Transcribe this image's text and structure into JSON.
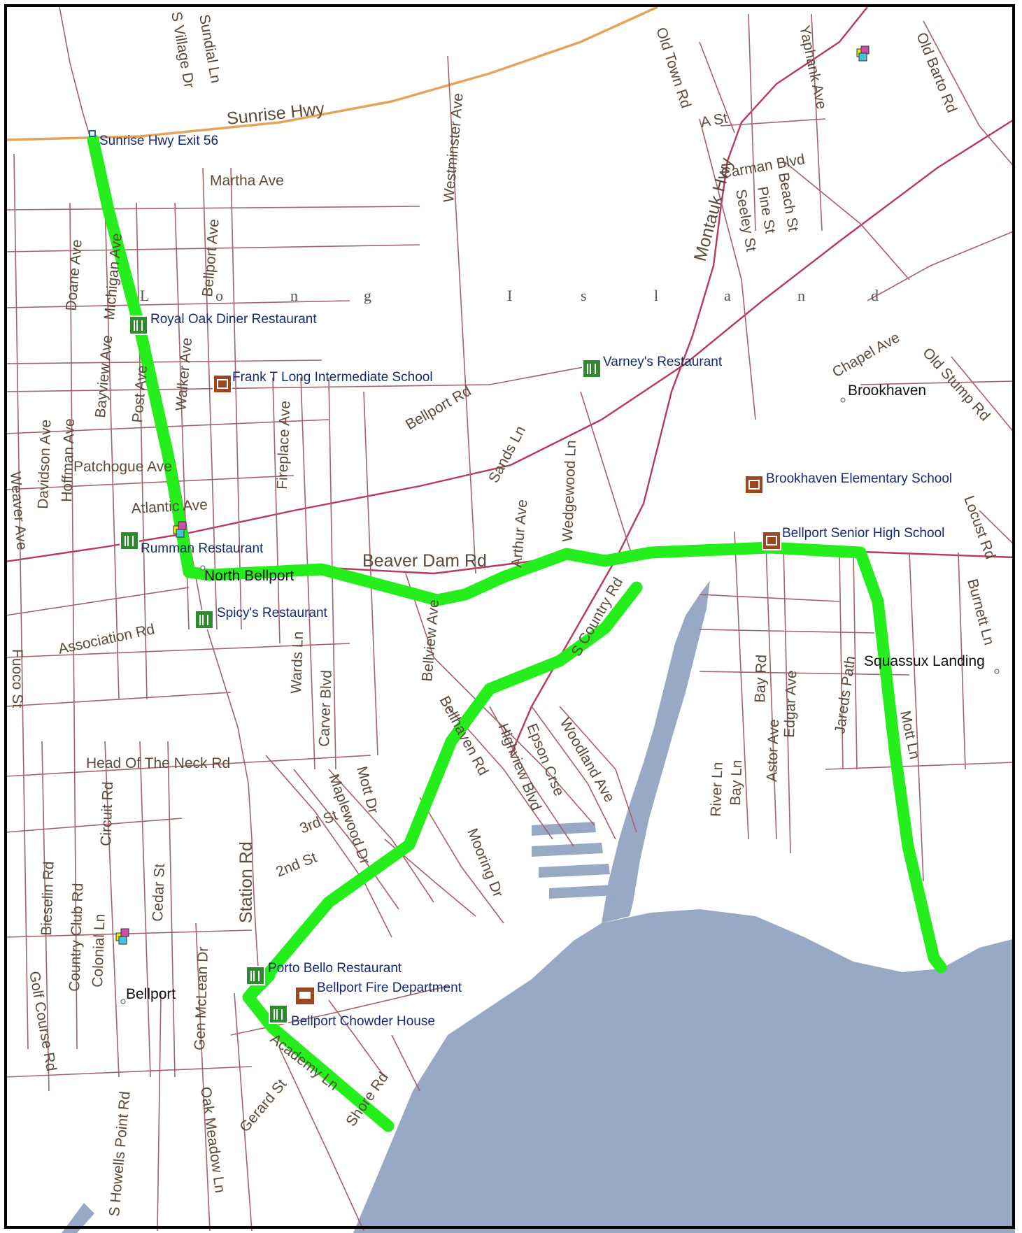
{
  "map": {
    "island_letters": [
      "L",
      "o",
      "n",
      "g",
      "I",
      "s",
      "l",
      "a",
      "n",
      "d"
    ],
    "highways": {
      "sunrise": "Sunrise Hwy",
      "montauk": "Montauk Hwy"
    },
    "places": {
      "north_bellport": "North Bellport",
      "bellport": "Bellport",
      "brookhaven": "Brookhaven",
      "squassux": "Squassux Landing"
    },
    "pois": {
      "exit56": "Sunrise Hwy Exit 56",
      "royal_oak": "Royal Oak Diner Restaurant",
      "frank_long": "Frank T Long Intermediate School",
      "varneys": "Varney's Restaurant",
      "brookhaven_elem": "Brookhaven Elementary School",
      "bellport_high": "Bellport Senior High School",
      "rumman": "Rumman Restaurant",
      "spicys": "Spicy's Restaurant",
      "porto_bello": "Porto Bello Restaurant",
      "fire_dept": "Bellport Fire Department",
      "chowder": "Bellport Chowder House"
    },
    "streets": {
      "s_village": "S Village Dr",
      "sundial": "Sundial Ln",
      "westminster": "Westminster Ave",
      "old_town": "Old Town Rd",
      "a_st": "A St",
      "yaphank": "Yaphank Ave",
      "old_barto": "Old Barto Rd",
      "martha": "Martha Ave",
      "carman": "Carman Blvd",
      "seeley": "Seeley St",
      "pine": "Pine St",
      "beach": "Beach St",
      "doane": "Doane Ave",
      "michigan": "Michigan Ave",
      "bellport_ave": "Bellport Ave",
      "chapel": "Chapel Ave",
      "old_stump": "Old Stump Rd",
      "bayview": "Bayview Ave",
      "walker": "Walker Ave",
      "post": "Post Ave",
      "bellport_rd": "Bellport Rd",
      "davidson": "Davidson Ave",
      "hoffman": "Hoffman Ave",
      "fireplace": "Fireplace Ave",
      "sands": "Sands Ln",
      "wedgewood": "Wedgewood Ln",
      "patchogue": "Patchogue Ave",
      "weaver": "Weaver Ave",
      "atlantic": "Atlantic Ave",
      "arthur": "Arthur Ave",
      "locust": "Locust Rd",
      "beaver_dam": "Beaver Dam Rd",
      "s_country": "S Country Rd",
      "burnett": "Burnett Ln",
      "association": "Association Rd",
      "wards": "Wards Ln",
      "bellview": "Bellview Ave",
      "fuoco": "Fuoco St",
      "carver": "Carver Blvd",
      "bay_rd": "Bay Rd",
      "jareds": "Jareds Path",
      "edgar": "Edgar Ave",
      "bellhaven": "Bellhaven Rd",
      "highview": "Highview Blvd",
      "epson": "Epson Crse",
      "woodland": "Woodland Ave",
      "mott_ln": "Mott Ln",
      "astor": "Astor Ave",
      "head_neck": "Head Of The Neck Rd",
      "mott_dr": "Mott Dr",
      "maplewood": "Maplewood Dr",
      "river": "River Ln",
      "bay_ln": "Bay Ln",
      "circuit": "Circuit Rd",
      "third": "3rd St",
      "mooring": "Mooring Dr",
      "station": "Station Rd",
      "second": "2nd St",
      "bieselin": "Bieselin Rd",
      "country_club": "Country Club Rd",
      "cedar": "Cedar St",
      "colonial": "Colonial Ln",
      "gen_mclean": "Gen McLean Dr",
      "golf_course": "Golf Course Rd",
      "academy": "Academy Ln",
      "shore": "Shore Rd",
      "gerard": "Gerard St",
      "s_howells": "S Howells Point Rd",
      "oak_meadow": "Oak Meadow Ln"
    },
    "colors": {
      "route": "#25ee1d",
      "water": "#97a9c5",
      "road": "#a4626d",
      "main_road": "#b83a5b",
      "highway": "#e3a55a",
      "restaurant_icon": "#2f8a2f",
      "school_icon": "#9c4722"
    }
  }
}
